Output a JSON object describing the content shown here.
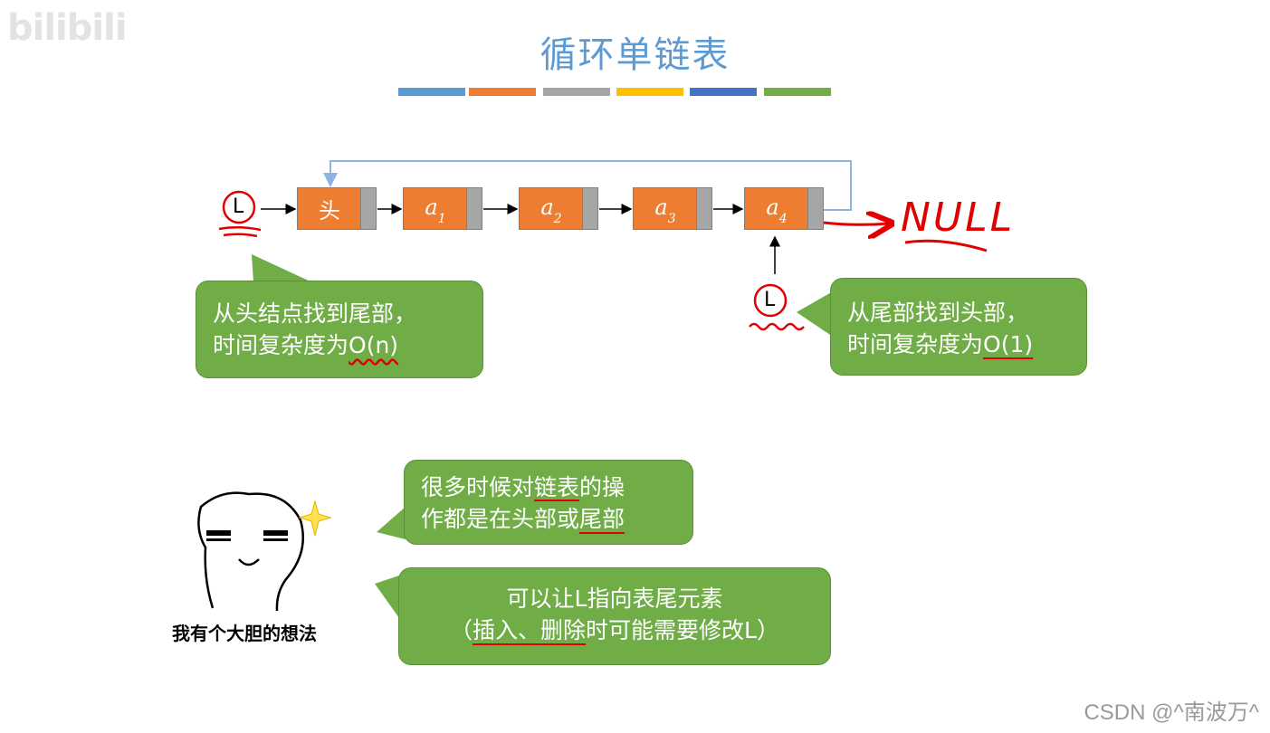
{
  "logo": "bilibili",
  "title": "循环单链表",
  "stripe_colors": [
    "#5b9bd5",
    "#ed7d31",
    "#a5a5a5",
    "#ffc000",
    "#4472c4",
    "#70ad47"
  ],
  "pointer_label": "L",
  "null_label": "NULL",
  "nodes": {
    "head": "头",
    "a1": {
      "base": "a",
      "sub": "1"
    },
    "a2": {
      "base": "a",
      "sub": "2"
    },
    "a3": {
      "base": "a",
      "sub": "3"
    },
    "a4": {
      "base": "a",
      "sub": "4"
    }
  },
  "bubble_left": {
    "line1": "从头结点找到尾部，",
    "line2_prefix": "时间复杂度为",
    "line2_highlight": "O(n)"
  },
  "bubble_right": {
    "line1": "从尾部找到头部，",
    "line2_prefix": "时间复杂度为",
    "line2_highlight": "O(1)"
  },
  "bubble_idea": {
    "line1_a": "很多时候对",
    "line1_b": "链表",
    "line1_c": "的操",
    "line2_a": "作都是在头部或",
    "line2_b": "尾部"
  },
  "bubble_tip": {
    "line1": "可以让L指向表尾元素",
    "line2_a": "（",
    "line2_b": "插入、删除",
    "line2_c": "时可能需要修改L）"
  },
  "sticker_caption": "我有个大胆的想法",
  "watermark": "CSDN @^南波万^",
  "colors": {
    "title": "#5b9bd5",
    "node_fill": "#ed7d31",
    "pointer_field": "#a6a6a6",
    "bubble": "#70ad47",
    "annotation": "#e00000",
    "loop_line": "#8eb4e3"
  }
}
